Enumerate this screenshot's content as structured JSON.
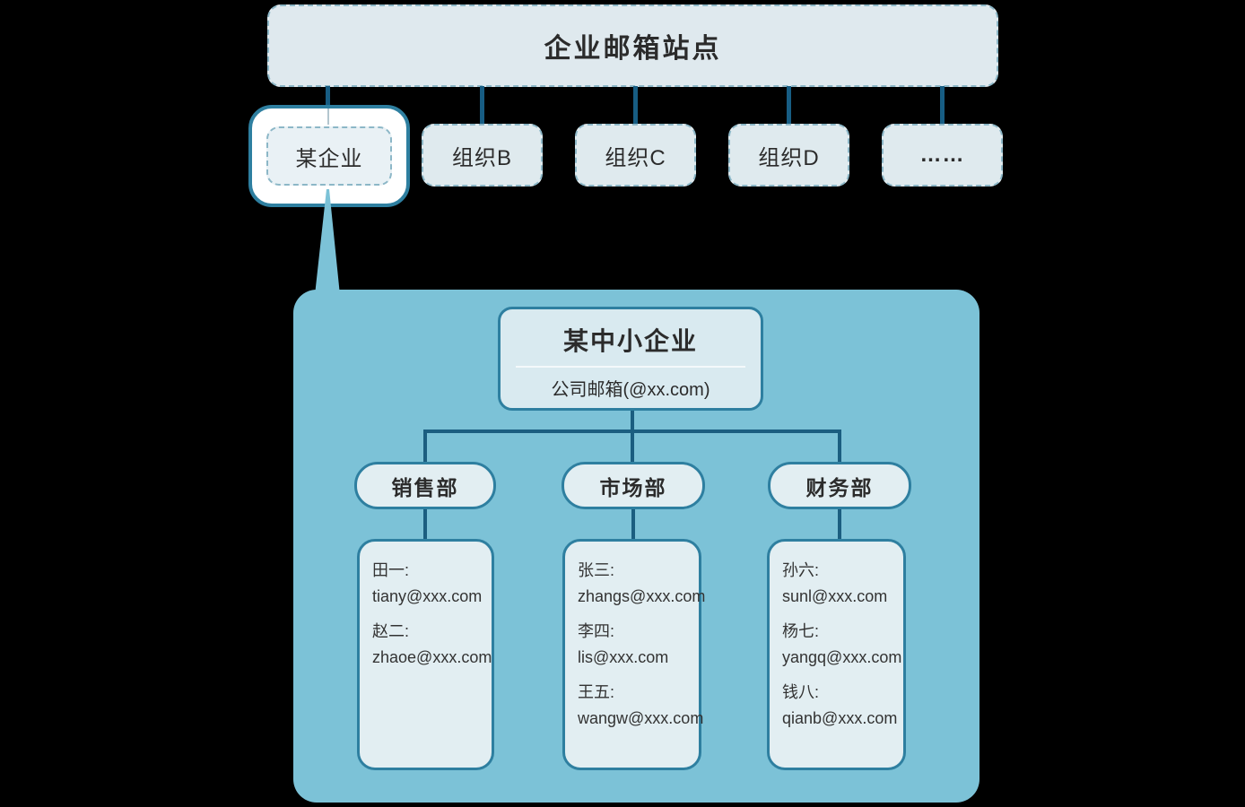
{
  "colors": {
    "background": "#000000",
    "container_fill": "#7cc2d7",
    "node_fill_light": "#dfeaee",
    "node_fill_inner": "#e2eef2",
    "dashed_border": "#8cb7c7",
    "solid_border": "#2e7fa0",
    "connector_line": "#175d83",
    "highlight_fill": "#ffffff",
    "text_primary": "#2b2b2b"
  },
  "diagram": {
    "root": {
      "label": "企业邮箱站点"
    },
    "organizations": [
      {
        "label": "某企业",
        "highlighted": true
      },
      {
        "label": "组织B",
        "highlighted": false
      },
      {
        "label": "组织C",
        "highlighted": false
      },
      {
        "label": "组织D",
        "highlighted": false
      },
      {
        "label": "……",
        "highlighted": false
      }
    ],
    "company": {
      "title": "某中小企业",
      "subtitle": "公司邮箱(@xx.com)",
      "departments": [
        {
          "name": "销售部",
          "members": [
            {
              "name": "田一:",
              "email": "tiany@xxx.com"
            },
            {
              "name": "赵二:",
              "email": "zhaoe@xxx.com"
            }
          ]
        },
        {
          "name": "市场部",
          "members": [
            {
              "name": "张三:",
              "email": "zhangs@xxx.com"
            },
            {
              "name": "李四:",
              "email": "lis@xxx.com"
            },
            {
              "name": "王五:",
              "email": "wangw@xxx.com"
            }
          ]
        },
        {
          "name": "财务部",
          "members": [
            {
              "name": "孙六:",
              "email": "sunl@xxx.com"
            },
            {
              "name": "杨七:",
              "email": "yangq@xxx.com"
            },
            {
              "name": "钱八:",
              "email": "qianb@xxx.com"
            }
          ]
        }
      ]
    }
  }
}
